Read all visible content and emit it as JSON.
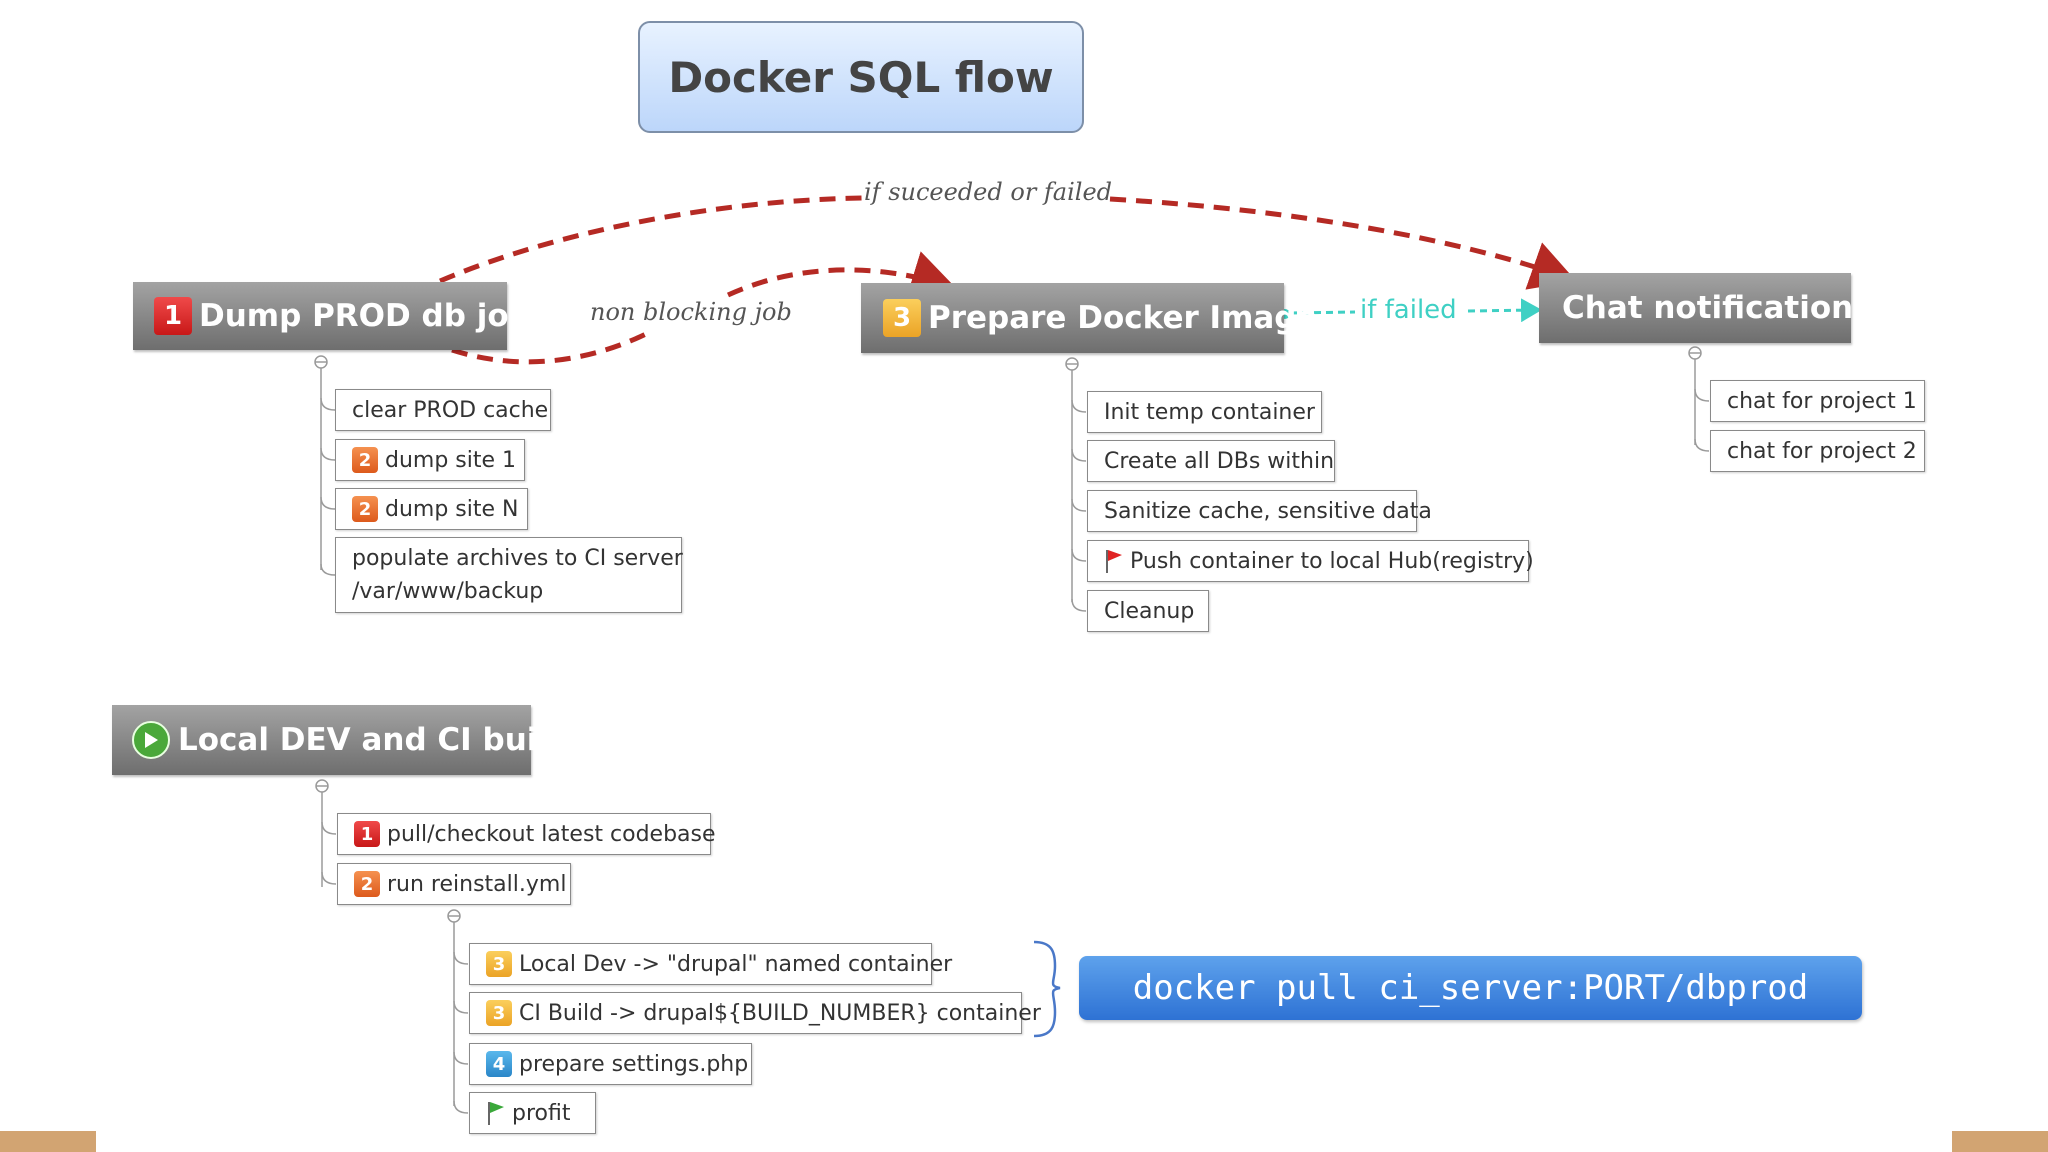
{
  "title": "Docker SQL flow",
  "colors": {
    "arrow_red": "#b52a24",
    "arrow_cyan": "#3fd0c4",
    "header_gray": "#8a8a8a",
    "title_fill": "#cfe2fc",
    "cmd_blue": "#3f86e0",
    "corner_tan": "#d2a472"
  },
  "edges": {
    "top_label": "if suceeded or failed",
    "non_blocking": "non blocking job",
    "if_failed": "if failed"
  },
  "dump": {
    "badge": "1",
    "label": "Dump PROD db job",
    "children": {
      "clear": "clear PROD cache",
      "site1_badge": "2",
      "site1": "dump site 1",
      "siteN_badge": "2",
      "siteN": "dump site N",
      "populate_line1": "populate archives to CI server",
      "populate_line2": "/var/www/backup"
    }
  },
  "prepare": {
    "badge": "3",
    "label": "Prepare Docker Image",
    "children": {
      "init": "Init temp container",
      "create": "Create all DBs within",
      "sanitize": "Sanitize cache, sensitive data",
      "push_icon": "red-flag-icon",
      "push": "Push container to local Hub(registry)",
      "cleanup": "Cleanup"
    }
  },
  "chat": {
    "label": "Chat notifications",
    "children": {
      "p1": "chat for project 1",
      "p2": "chat for project 2"
    }
  },
  "local": {
    "icon": "play-icon",
    "label": "Local DEV and CI build",
    "children": {
      "pull_badge": "1",
      "pull": "pull/checkout latest codebase",
      "reinstall_badge": "2",
      "reinstall": "run reinstall.yml",
      "sub": {
        "localdev_badge": "3",
        "localdev": "Local Dev -> \"drupal\" named container",
        "cibuild_badge": "3",
        "cibuild": "CI Build -> drupal${BUILD_NUMBER} container",
        "settings_badge": "4",
        "settings": "prepare settings.php",
        "profit_icon": "green-flag-icon",
        "profit": "profit"
      }
    }
  },
  "docker_cmd": "docker pull ci_server:PORT/dbprod"
}
